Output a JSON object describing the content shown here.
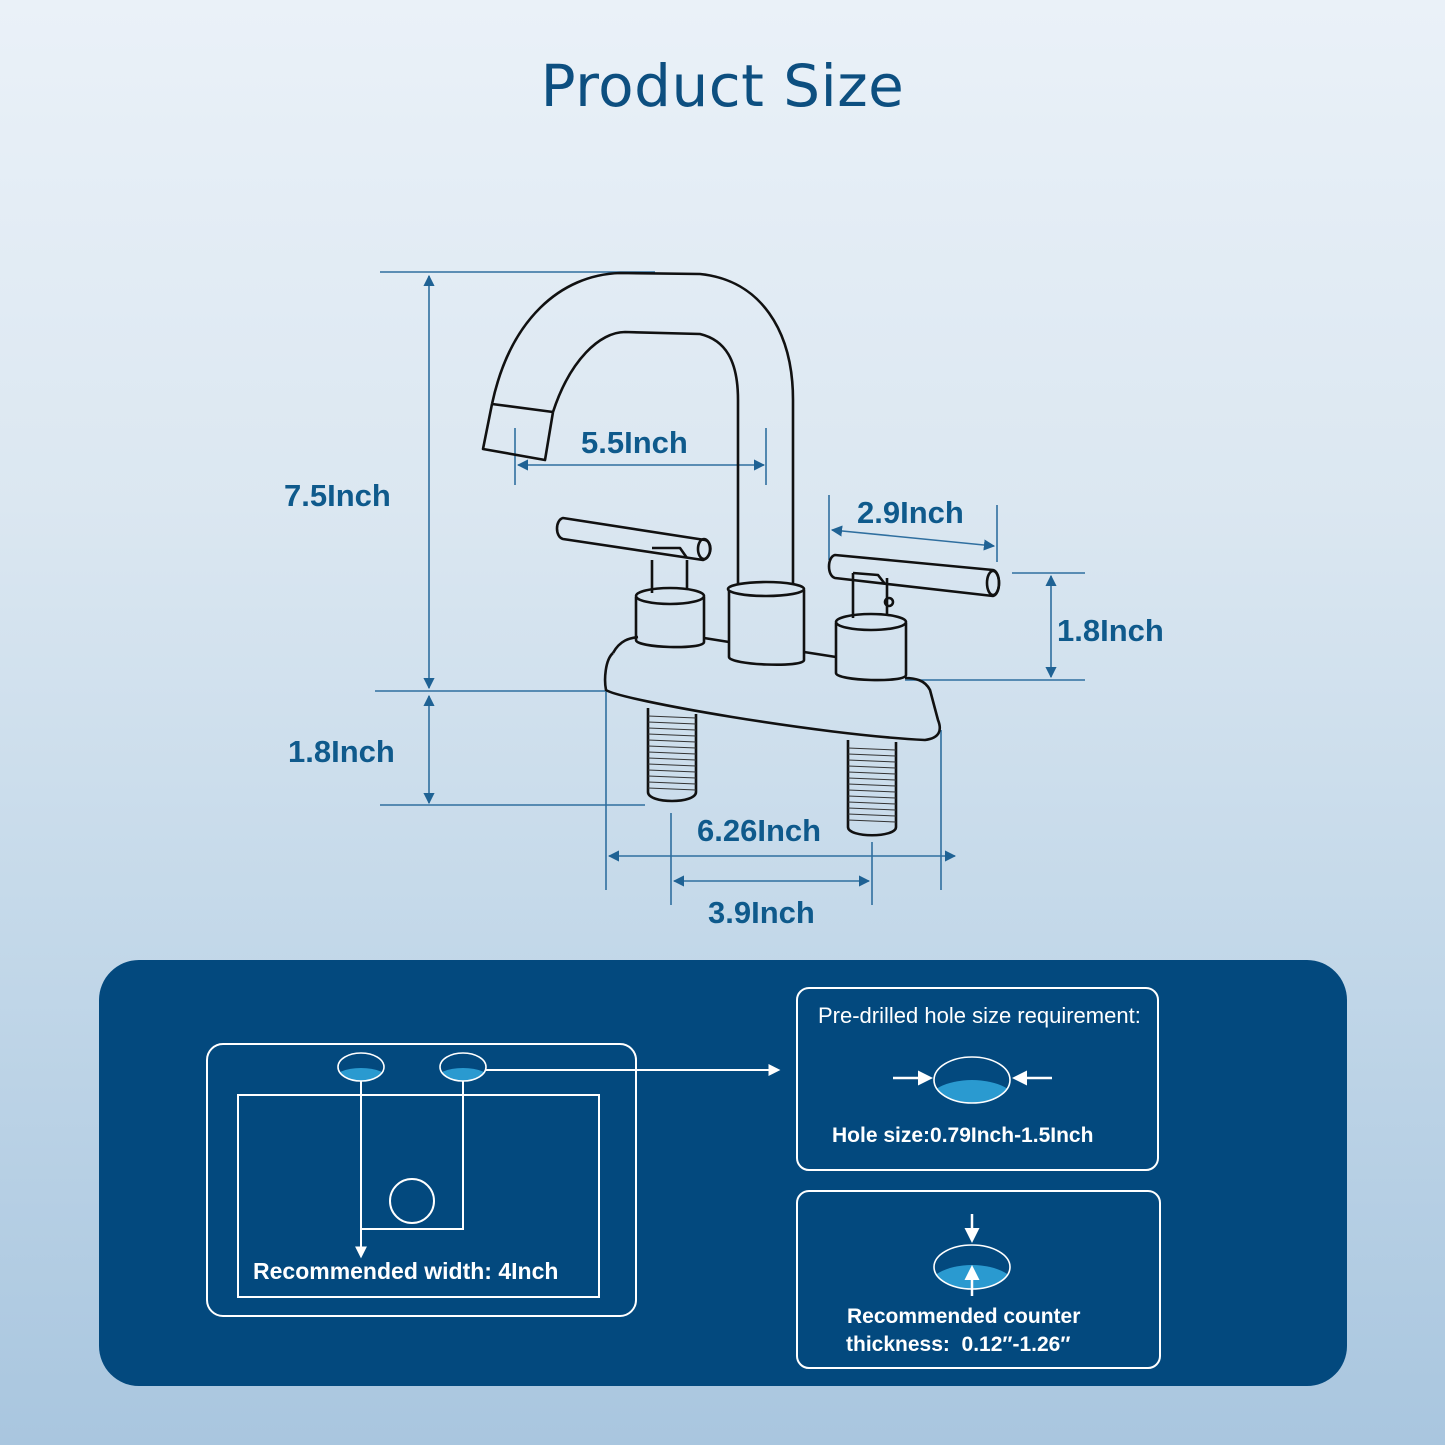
{
  "title": "Product Size",
  "dimensions": {
    "total_height": "7.5Inch",
    "spout_reach": "5.5Inch",
    "handle_length": "2.9Inch",
    "handle_height": "1.8Inch",
    "shank_length": "1.8Inch",
    "base_width": "6.26Inch",
    "center_spacing": "3.9Inch"
  },
  "install_panel": {
    "sink_diagram_label": "Recommended width: 4Inch",
    "hole_requirement_title": "Pre-drilled hole size requirement:",
    "hole_size": "Hole size:0.79Inch-1.5Inch",
    "counter_thickness_line1": "Recommended counter",
    "counter_thickness_line2": "thickness:  0.12″-1.26″"
  },
  "colors": {
    "title": "#0d4f80",
    "dimension_text": "#0f5a8c",
    "dimension_lines": "#2f6f9f",
    "panel_bg": "#03497e",
    "hole_fill": "#2a9ad0",
    "outline": "#ffffff"
  }
}
